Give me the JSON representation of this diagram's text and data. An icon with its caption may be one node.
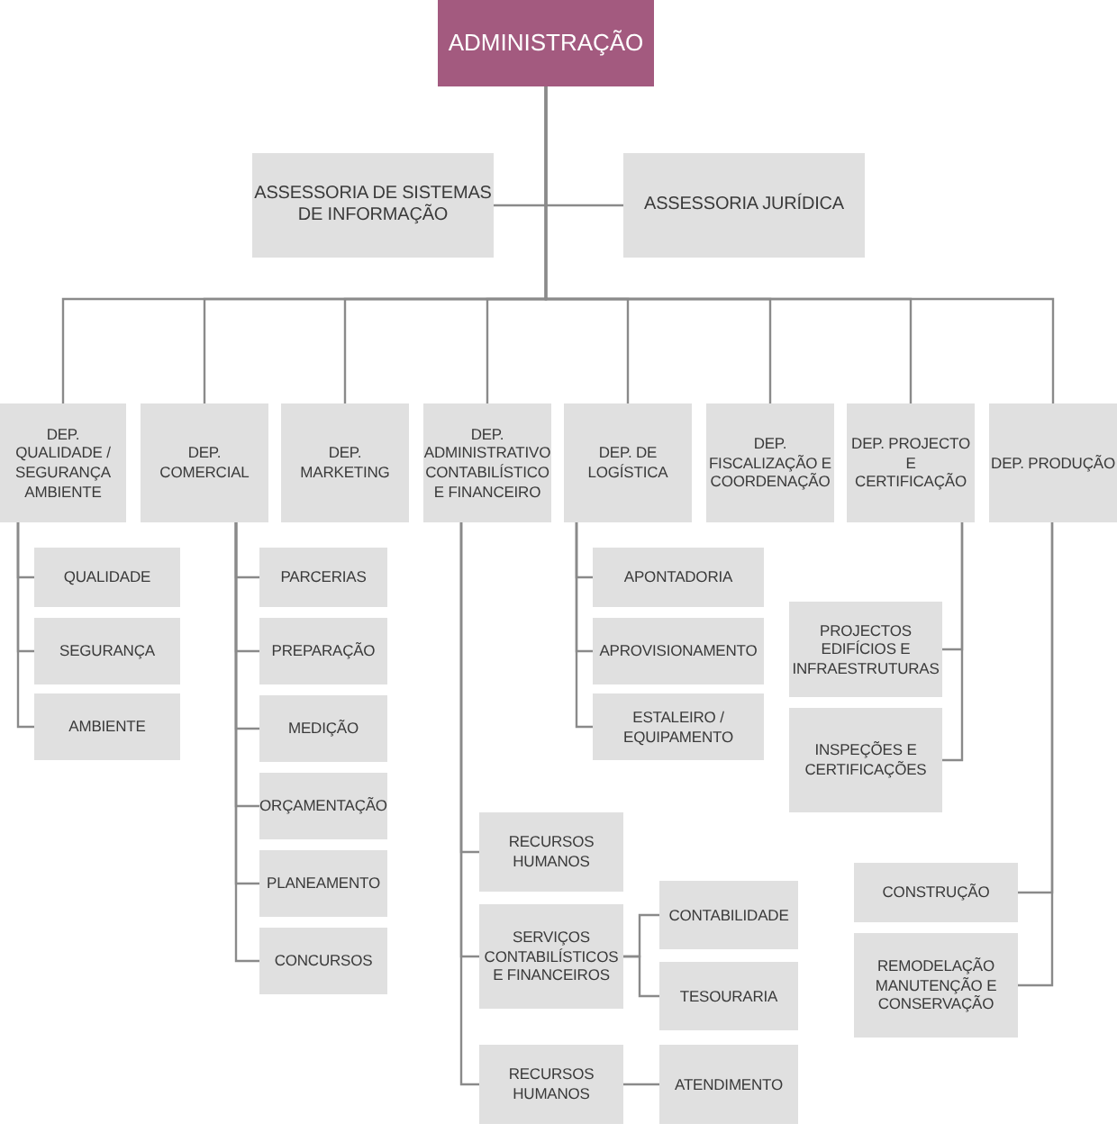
{
  "diagram": {
    "nodes": [
      {
        "text": [
          "ADMINISTRAÇÃO"
        ]
      },
      {
        "text": [
          "ASSESSORIA DE SISTEMAS DE INFORMAÇÃO"
        ]
      },
      {
        "text": [
          "ASSESSORIA JURÍDICA"
        ]
      },
      {
        "text": [
          "DEP. QUALIDADE / SEGURANÇA AMBIENTE"
        ]
      },
      {
        "text": [
          "DEP. COMERCIAL"
        ]
      },
      {
        "text": [
          "DEP. MARKETING"
        ]
      },
      {
        "text": [
          "DEP. ADMINISTRATIVO CONTABILÍSTICO E FINANCEIRO"
        ]
      },
      {
        "text": [
          "DEP. DE LOGÍSTICA"
        ]
      },
      {
        "text": [
          "DEP. FISCALIZAÇÃO E COORDENAÇÃO"
        ]
      },
      {
        "text": [
          "DEP. PROJECTO E CERTIFICAÇÃO"
        ]
      },
      {
        "text": [
          "DEP. PRODUÇÃO"
        ]
      },
      {
        "text": [
          "QUALIDADE"
        ]
      },
      {
        "text": [
          "SEGURANÇA"
        ]
      },
      {
        "text": [
          "AMBIENTE"
        ]
      },
      {
        "text": [
          "PARCERIAS"
        ]
      },
      {
        "text": [
          "PREPARAÇÃO"
        ]
      },
      {
        "text": [
          "MEDIÇÃO"
        ]
      },
      {
        "text": [
          "ORÇAMENTAÇÃO"
        ]
      },
      {
        "text": [
          "PLANEAMENTO"
        ]
      },
      {
        "text": [
          "CONCURSOS"
        ]
      },
      {
        "text": [
          "APONTADORIA"
        ]
      },
      {
        "text": [
          "APROVISIONAMENTO"
        ]
      },
      {
        "text": [
          "ESTALEIRO / EQUIPAMENTO"
        ]
      },
      {
        "text": [
          "PROJECTOS EDIFÍCIOS E INFRAESTRUTURAS"
        ]
      },
      {
        "text": [
          "INSPEÇÕES E CERTIFICAÇÕES"
        ]
      },
      {
        "text": [
          "RECURSOS HUMANOS"
        ]
      },
      {
        "text": [
          "SERVIÇOS CONTABILÍSTICOS E FINANCEIROS"
        ]
      },
      {
        "text": [
          "CONTABILIDADE"
        ]
      },
      {
        "text": [
          "TESOURARIA"
        ]
      },
      {
        "text": [
          "RECURSOS HUMANOS"
        ]
      },
      {
        "text": [
          "ATENDIMENTO"
        ]
      },
      {
        "text": [
          "CONSTRUÇÃO"
        ]
      },
      {
        "text": [
          "REMODELAÇÃO MANUTENÇÃO E CONSERVAÇÃO"
        ]
      }
    ],
    "edges": [
      {
        "from": 0,
        "to": 1,
        "arrow": "none"
      },
      {
        "from": 0,
        "to": 2,
        "arrow": "none"
      },
      {
        "from": 0,
        "to": 3,
        "arrow": "none"
      },
      {
        "from": 0,
        "to": 4,
        "arrow": "none"
      },
      {
        "from": 0,
        "to": 5,
        "arrow": "none"
      },
      {
        "from": 0,
        "to": 6,
        "arrow": "none"
      },
      {
        "from": 0,
        "to": 7,
        "arrow": "none"
      },
      {
        "from": 0,
        "to": 8,
        "arrow": "none"
      },
      {
        "from": 0,
        "to": 9,
        "arrow": "none"
      },
      {
        "from": 0,
        "to": 10,
        "arrow": "none"
      },
      {
        "from": 3,
        "to": 11,
        "arrow": "none"
      },
      {
        "from": 3,
        "to": 12,
        "arrow": "none"
      },
      {
        "from": 3,
        "to": 13,
        "arrow": "none"
      },
      {
        "from": 4,
        "to": 14,
        "arrow": "none"
      },
      {
        "from": 4,
        "to": 15,
        "arrow": "none"
      },
      {
        "from": 4,
        "to": 16,
        "arrow": "none"
      },
      {
        "from": 4,
        "to": 17,
        "arrow": "none"
      },
      {
        "from": 4,
        "to": 18,
        "arrow": "none"
      },
      {
        "from": 4,
        "to": 19,
        "arrow": "none"
      },
      {
        "from": 7,
        "to": 20,
        "arrow": "none"
      },
      {
        "from": 7,
        "to": 21,
        "arrow": "none"
      },
      {
        "from": 7,
        "to": 22,
        "arrow": "none"
      },
      {
        "from": 9,
        "to": 23,
        "arrow": "none"
      },
      {
        "from": 9,
        "to": 24,
        "arrow": "none"
      },
      {
        "from": 6,
        "to": 25,
        "arrow": "none"
      },
      {
        "from": 6,
        "to": 26,
        "arrow": "none"
      },
      {
        "from": 6,
        "to": 29,
        "arrow": "none"
      },
      {
        "from": 26,
        "to": 27,
        "arrow": "none"
      },
      {
        "from": 26,
        "to": 28,
        "arrow": "none"
      },
      {
        "from": 29,
        "to": 30,
        "arrow": "none"
      },
      {
        "from": 10,
        "to": 31,
        "arrow": "none"
      },
      {
        "from": 10,
        "to": 32,
        "arrow": "none"
      }
    ]
  }
}
